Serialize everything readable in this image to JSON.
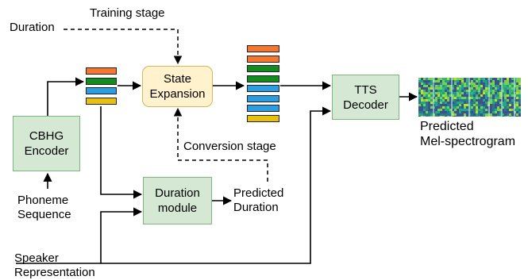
{
  "labels": {
    "training_stage": "Training stage",
    "duration": "Duration",
    "conversion_stage": "Conversion stage",
    "phoneme_line1": "Phoneme",
    "phoneme_line2": "Sequence",
    "predicted_duration_line1": "Predicted",
    "predicted_duration_line2": "Duration",
    "speaker_line1": "Speaker",
    "speaker_line2": "Representation",
    "predicted_mel_line1": "Predicted",
    "predicted_mel_line2": "Mel-spectrogram"
  },
  "boxes": {
    "cbhg_line1": "CBHG",
    "cbhg_line2": "Encoder",
    "state_expansion_line1": "State",
    "state_expansion_line2": "Expansion",
    "duration_module_line1": "Duration",
    "duration_module_line2": "module",
    "tts_decoder_line1": "TTS",
    "tts_decoder_line2": "Decoder"
  },
  "colors": {
    "bar_orange": "#f4762f",
    "bar_green": "#138c1f",
    "bar_blue": "#2a9ee0",
    "bar_yellow": "#e8c10c",
    "green_box_fill": "#d5e8d4",
    "yellow_box_fill": "#fff2cc"
  },
  "encoder_stack": [
    "orange",
    "green",
    "blue",
    "yellow"
  ],
  "expanded_stack": [
    "orange",
    "orange",
    "green",
    "green",
    "blue",
    "blue",
    "blue",
    "yellow"
  ]
}
